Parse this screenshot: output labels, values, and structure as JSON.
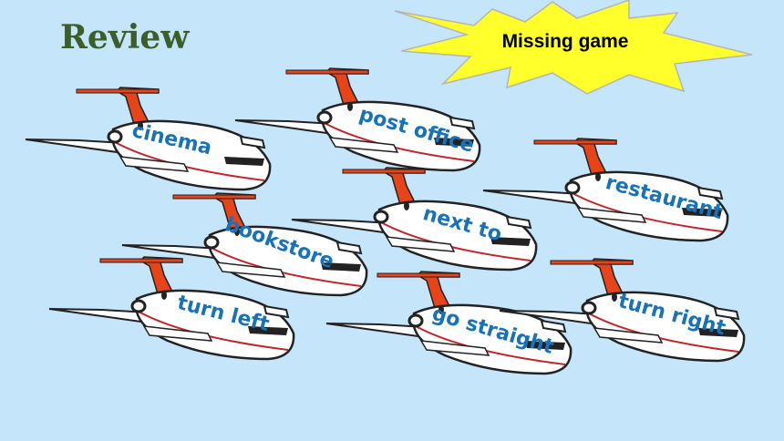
{
  "slide": {
    "title": "Review",
    "game_label": "Missing game",
    "planes": [
      {
        "label": "cinema"
      },
      {
        "label": "post office"
      },
      {
        "label": "restaurant"
      },
      {
        "label": "next to"
      },
      {
        "label": "bookstore"
      },
      {
        "label": "turn left"
      },
      {
        "label": "go straight"
      },
      {
        "label": "turn right"
      }
    ]
  },
  "colors": {
    "background": "#c4e5fa",
    "title": "#3b5e2b",
    "burst_fill": "#ffff2b",
    "label": "#1772b8",
    "tail": "#e8441a",
    "stripe": "#c0262b"
  }
}
